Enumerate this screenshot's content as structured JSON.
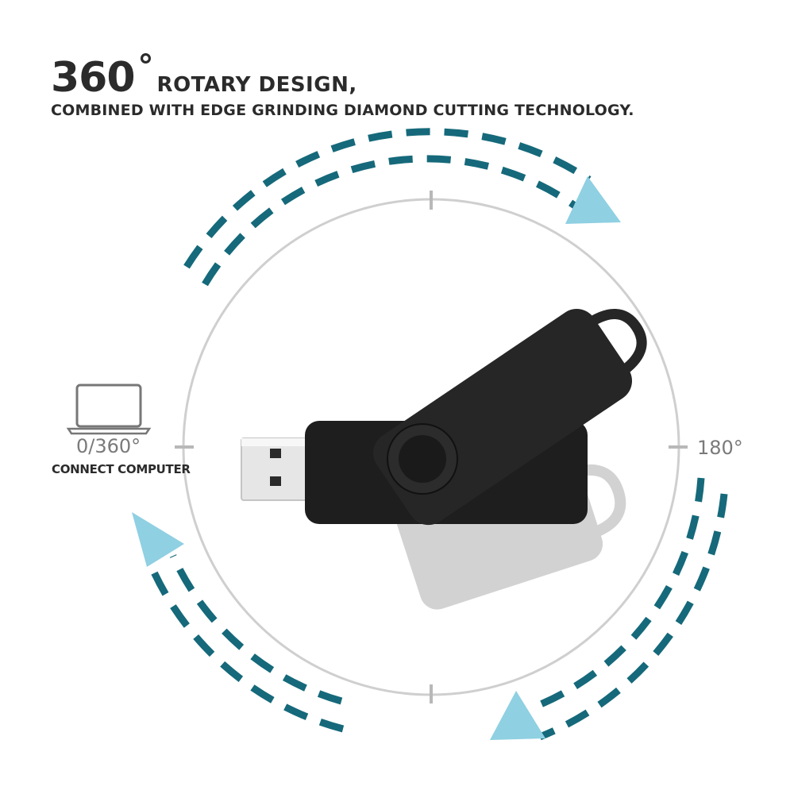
{
  "heading": {
    "number": "360",
    "degree": "°",
    "rest": "ROTARY DESIGN,",
    "subtitle": "COMBINED WITH EDGE GRINDING DIAMOND CUTTING TECHNOLOGY."
  },
  "labels": {
    "left_angle": "0/360°",
    "left_caption": "CONNECT COMPUTER",
    "right_angle": "180°"
  },
  "icons": [
    "laptop-icon",
    "usb-drive",
    "rotation-arrow-icon"
  ],
  "colors": {
    "arrow_dash": "#15697a",
    "arrow_head": "#8fd0e2",
    "circle": "#cfcfcf",
    "drive": "#1e1e1e",
    "drive_shadow": "#d2d2d2"
  }
}
